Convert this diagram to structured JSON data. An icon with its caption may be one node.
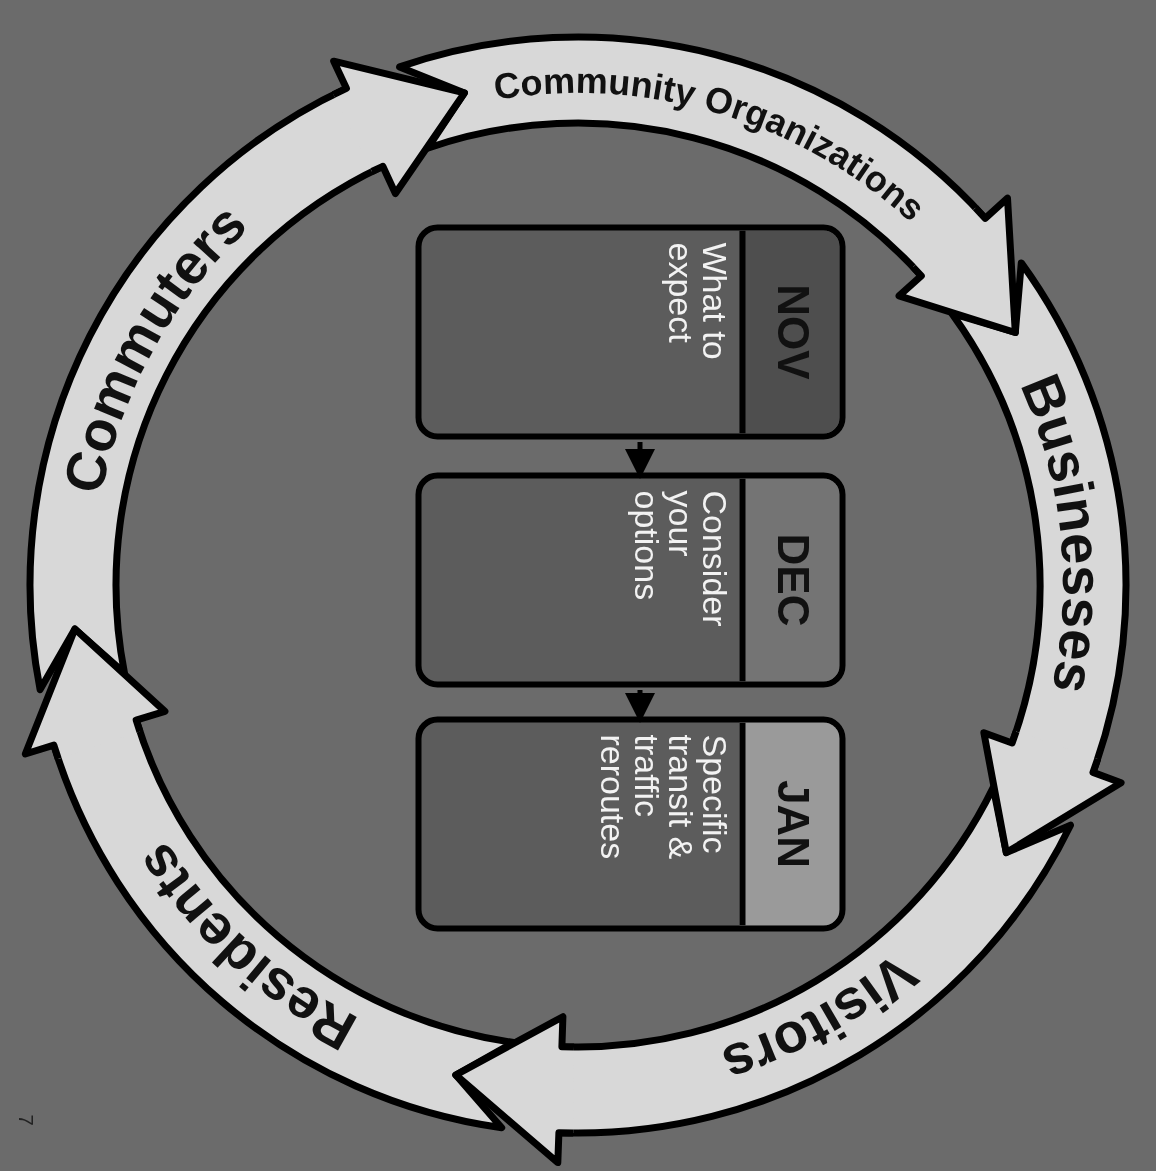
{
  "diagram": {
    "nodes": [
      {
        "text": [
          "Community Organizations"
        ]
      },
      {
        "text": [
          "Businesses"
        ]
      },
      {
        "text": [
          "Visitors"
        ]
      },
      {
        "text": [
          "Residents"
        ]
      },
      {
        "text": [
          "Commuters"
        ]
      },
      {
        "text": [
          "NOV",
          "What to expect"
        ]
      },
      {
        "text": [
          "DEC",
          "Consider your options"
        ]
      },
      {
        "text": [
          "JAN",
          "Specific transit & traffic reroutes"
        ]
      }
    ],
    "edges": [
      {
        "from": 5,
        "to": 6,
        "arrow": "to"
      },
      {
        "from": 6,
        "to": 7,
        "arrow": "to"
      },
      {
        "from": 0,
        "to": 1,
        "arrow": "to"
      },
      {
        "from": 1,
        "to": 2,
        "arrow": "to"
      },
      {
        "from": 2,
        "to": 3,
        "arrow": "to"
      },
      {
        "from": 3,
        "to": 4,
        "arrow": "to"
      },
      {
        "from": 4,
        "to": 0,
        "arrow": "to"
      }
    ],
    "labels": [
      "7"
    ]
  }
}
